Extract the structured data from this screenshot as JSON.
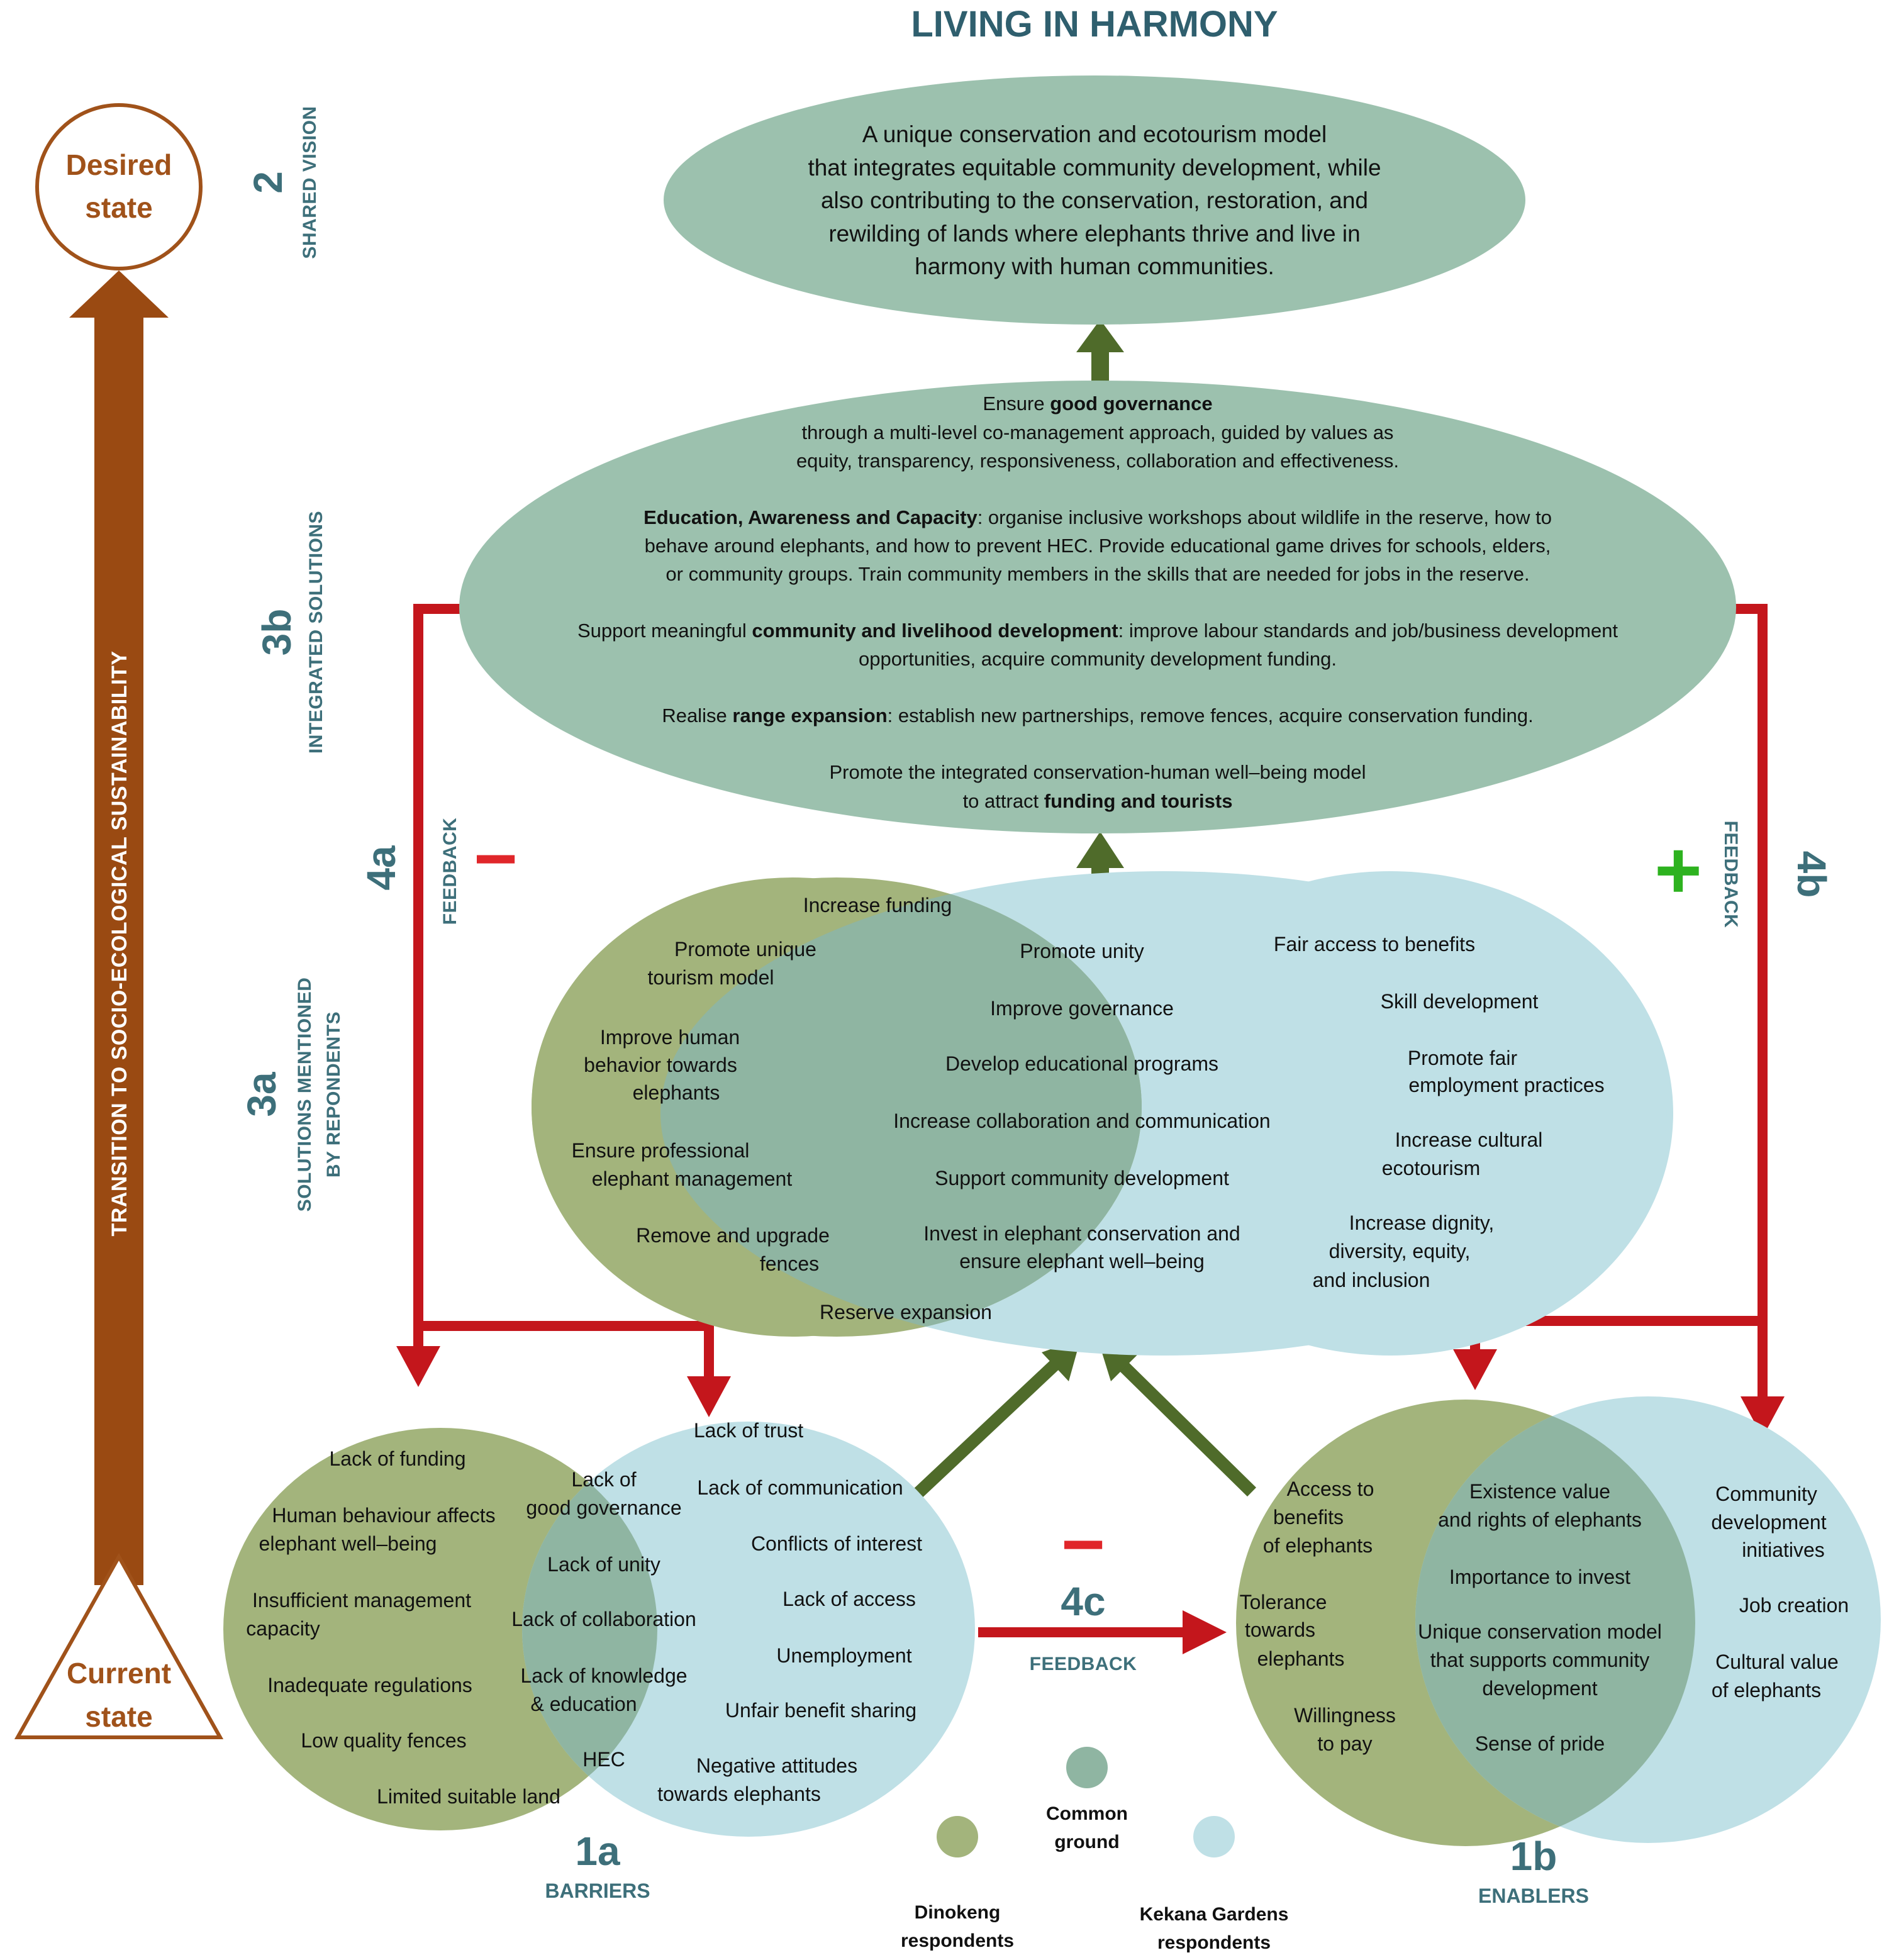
{
  "title": "LIVING IN HARMONY",
  "colors": {
    "dinokeng": "#a3b47c",
    "kekana": "#bfe0e6",
    "common": "#8fb5a2",
    "vision_fill": "#9cc1ae",
    "feedback_arrow": "#c4161c",
    "up_arrow": "#4f6b2a",
    "transition_arrow": "#9a4a12",
    "plus": "#2db21f"
  },
  "left_axis": {
    "desired_state": [
      "Desired",
      "state"
    ],
    "current_state": [
      "Current",
      "state"
    ],
    "transition_label": "TRANSITION TO SOCIO-ECOLOGICAL SUSTAINABILITY"
  },
  "stages": {
    "s2": {
      "num": "2",
      "label": "SHARED VISION"
    },
    "s3b": {
      "num": "3b",
      "label": "INTEGRATED SOLUTIONS"
    },
    "s3a": {
      "num": "3a",
      "label_1": "SOLUTIONS MENTIONED",
      "label_2": "BY REPONDENTS"
    },
    "s4a": {
      "num": "4a",
      "label": "FEEDBACK",
      "sign": "−"
    },
    "s4b": {
      "num": "4b",
      "label": "FEEDBACK",
      "sign": "+"
    },
    "s4c": {
      "num": "4c",
      "label": "FEEDBACK",
      "sign": "−"
    },
    "s1a": {
      "num": "1a",
      "label": "BARRIERS"
    },
    "s1b": {
      "num": "1b",
      "label": "ENABLERS"
    }
  },
  "shared_vision": [
    "A unique conservation and ecotourism model",
    "that integrates equitable community development, while",
    "also contributing to the conservation, restoration, and",
    "rewilding of lands where elephants thrive and live in",
    "harmony with human communities."
  ],
  "integrated_solutions": {
    "governance": {
      "pre": "Ensure ",
      "bold": "good governance",
      "line2": "through a multi-level co-management approach, guided by values as",
      "line3": "equity, transparency, responsiveness, collaboration and effectiveness."
    },
    "education": {
      "bold": "Education, Awareness and Capacity",
      "rest": ": organise inclusive workshops about wildlife in the reserve, how to",
      "line2": "behave around elephants, and how to prevent HEC. Provide educational game drives for schools, elders,",
      "line3": "or community groups. Train community members in the skills that are needed for jobs in the reserve."
    },
    "community": {
      "pre": "Support meaningful ",
      "bold": "community and livelihood development",
      "rest": ": improve labour standards and job/business development",
      "line2": "opportunities, acquire community development funding."
    },
    "range": {
      "pre": "Realise ",
      "bold": "range expansion",
      "rest": ": establish new partnerships, remove fences, acquire conservation funding."
    },
    "promote": {
      "line1": "Promote the integrated conservation-human well–being model",
      "pre": "to attract ",
      "bold": "funding and tourists"
    }
  },
  "solutions_venn": {
    "dinokeng": [
      [
        "Increase funding"
      ],
      [
        "Promote unique",
        "tourism model"
      ],
      [
        "Improve human",
        "behavior  towards",
        "elephants"
      ],
      [
        "Ensure professional",
        "elephant management"
      ],
      [
        "Remove and upgrade",
        "fences"
      ],
      [
        "Reserve expansion"
      ]
    ],
    "common": [
      [
        "Promote unity"
      ],
      [
        "Improve governance"
      ],
      [
        "Develop educational programs"
      ],
      [
        "Increase collaboration and communication"
      ],
      [
        "Support community development"
      ],
      [
        "Invest in elephant conservation and",
        "ensure elephant well–being"
      ]
    ],
    "kekana": [
      [
        "Fair access to benefits"
      ],
      [
        "Skill development"
      ],
      [
        "Promote fair",
        "employment practices"
      ],
      [
        "Increase cultural",
        "ecotourism"
      ],
      [
        "Increase dignity,",
        "diversity, equity,",
        "and inclusion"
      ]
    ]
  },
  "barriers_venn": {
    "dinokeng": [
      [
        "Lack of funding"
      ],
      [
        "Human behaviour affects",
        "elephant well–being"
      ],
      [
        "Insufficient management",
        "capacity"
      ],
      [
        "Inadequate regulations"
      ],
      [
        "Low quality fences"
      ],
      [
        "Limited suitable land"
      ]
    ],
    "common": [
      [
        "Lack of",
        "good governance"
      ],
      [
        "Lack of unity"
      ],
      [
        "Lack of collaboration"
      ],
      [
        "Lack of knowledge",
        "& education"
      ],
      [
        "HEC"
      ]
    ],
    "kekana": [
      [
        "Lack of trust"
      ],
      [
        "Lack of communication"
      ],
      [
        "Conflicts of interest"
      ],
      [
        "Lack of access"
      ],
      [
        "Unemployment"
      ],
      [
        "Unfair benefit sharing"
      ],
      [
        "Negative attitudes",
        "towards elephants"
      ]
    ]
  },
  "enablers_venn": {
    "dinokeng": [
      [
        "Access to",
        "benefits",
        "of elephants"
      ],
      [
        "Tolerance",
        "towards",
        "elephants"
      ],
      [
        "Willingness",
        "to pay"
      ]
    ],
    "common": [
      [
        "Existence value",
        "and rights of elephants"
      ],
      [
        "Importance to invest"
      ],
      [
        "Unique conservation model",
        "that supports community",
        "development"
      ],
      [
        "Sense of pride"
      ]
    ],
    "kekana": [
      [
        "Community",
        "development",
        "initiatives"
      ],
      [
        "Job creation"
      ],
      [
        "Cultural value",
        "of elephants"
      ]
    ]
  },
  "legend": {
    "dinokeng": [
      "Dinokeng",
      "respondents"
    ],
    "common": [
      "Common",
      "ground"
    ],
    "kekana": [
      "Kekana Gardens",
      "respondents"
    ]
  }
}
